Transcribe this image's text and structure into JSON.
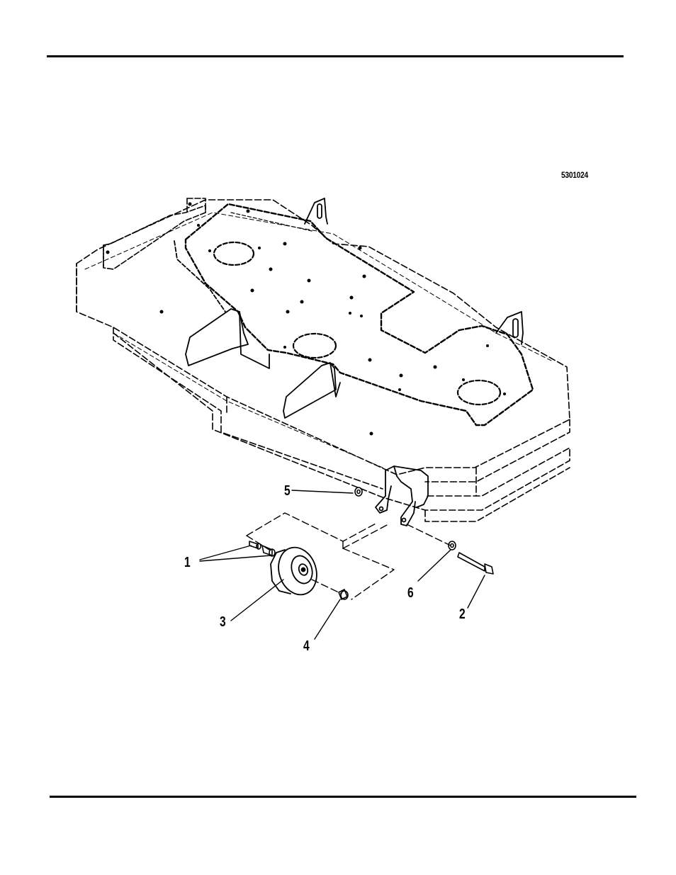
{
  "drawing": {
    "number": "5301024"
  },
  "callouts": {
    "item_1": "1",
    "item_2": "2",
    "item_3": "3",
    "item_4": "4",
    "item_5": "5",
    "item_6": "6"
  }
}
